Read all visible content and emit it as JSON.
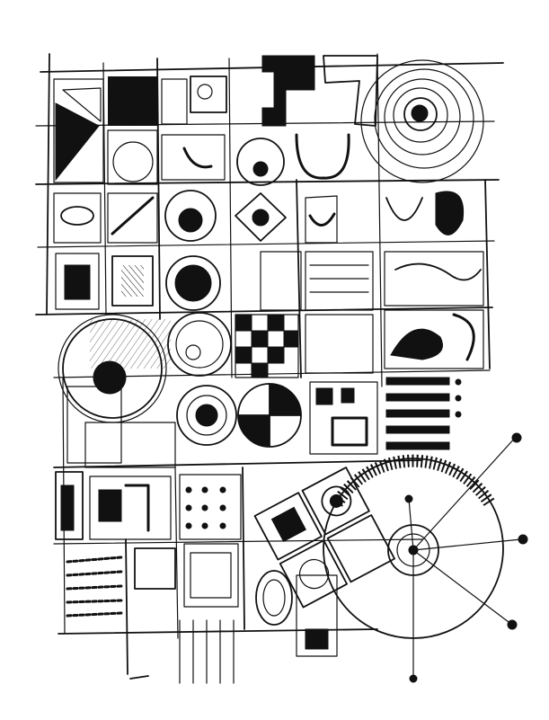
{
  "colors": {
    "ink": "#111111",
    "paper": "#ffffff"
  },
  "icons": [
    "checker-pattern",
    "spiral-circle",
    "gear-wheel",
    "hatched-square"
  ]
}
